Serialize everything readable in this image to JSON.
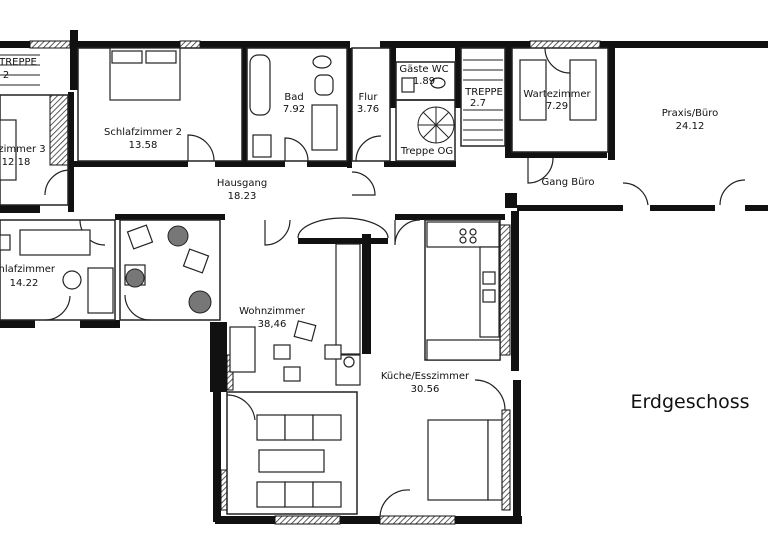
{
  "plan": {
    "title": "Erdgeschoss",
    "rooms": [
      {
        "id": "treppe-left",
        "name": "TREPPE",
        "area": "2"
      },
      {
        "id": "schlafzimmer-3",
        "name": "zimmer 3",
        "area": "12.18"
      },
      {
        "id": "schlafzimmer-left",
        "name": "chlafzimmer",
        "area": "14.22"
      },
      {
        "id": "schlafzimmer-2",
        "name": "Schlafzimmer 2",
        "area": "13.58"
      },
      {
        "id": "bad",
        "name": "Bad",
        "area": "7.92"
      },
      {
        "id": "flur",
        "name": "Flur",
        "area": "3.76"
      },
      {
        "id": "gaeste-wc",
        "name": "Gäste WC",
        "area": "1.89"
      },
      {
        "id": "treppe-og",
        "name": "Treppe OG",
        "area": ""
      },
      {
        "id": "treppe-mid",
        "name": "TREPPE",
        "area": "2.7"
      },
      {
        "id": "wartezimmer",
        "name": "Wartezimmer",
        "area": "7.29"
      },
      {
        "id": "praxis",
        "name": "Praxis/Büro",
        "area": "24.12"
      },
      {
        "id": "hausgang",
        "name": "Hausgang",
        "area": "18.23"
      },
      {
        "id": "gang-buero",
        "name": "Gang Büro",
        "area": ""
      },
      {
        "id": "wohnzimmer",
        "name": "Wohnzimmer",
        "area": "38,46"
      },
      {
        "id": "kueche",
        "name": "Küche/Esszimmer",
        "area": "30.56"
      }
    ]
  }
}
